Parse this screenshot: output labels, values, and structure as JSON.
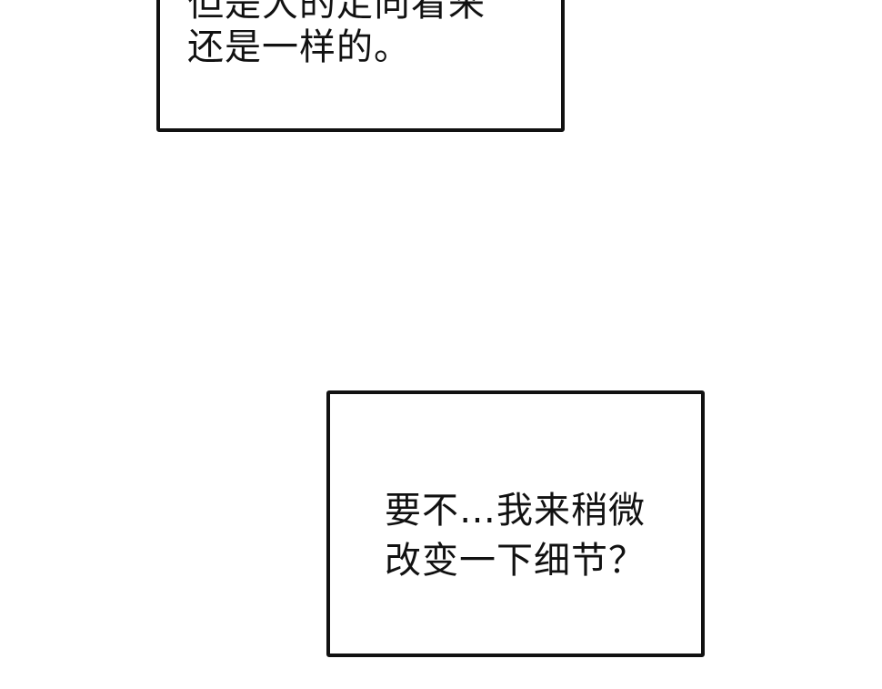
{
  "panels": [
    {
      "lines": [
        "但是大的走向看来",
        "还是一样的。"
      ]
    },
    {
      "lines": [
        "要不…我来稍微",
        "改变一下细节？"
      ]
    }
  ]
}
